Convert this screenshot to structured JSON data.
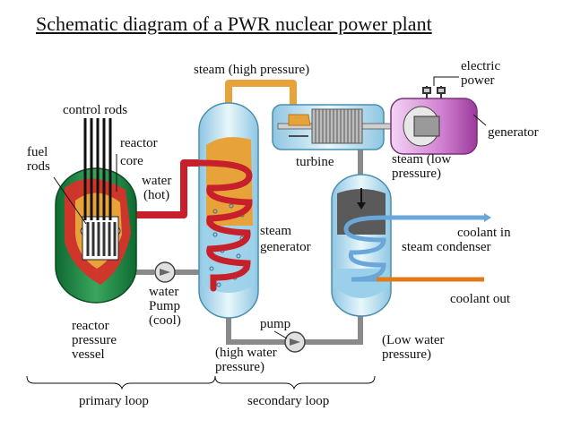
{
  "title": "Schematic diagram of a PWR nuclear power plant",
  "labels": {
    "steam_high_pressure": "steam (high pressure)",
    "electric": "electric",
    "power": "power",
    "generator": "generator",
    "control_rods": "control rods",
    "reactor": "reactor",
    "core": "core",
    "fuel": "fuel",
    "rods": "rods",
    "water": "water",
    "hot": "(hot)",
    "turbine": "turbine",
    "steam_low": "steam (low",
    "pressure_close": "pressure)",
    "steam": "steam",
    "generator2": "generator",
    "coolant_in": "coolant in",
    "steam_condenser": "steam condenser",
    "coolant_out": "coolant out",
    "water2": "water",
    "pump_cap": "Pump",
    "cool": "(cool)",
    "pump": "pump",
    "reactor2": "reactor",
    "pressure": "pressure",
    "vessel": "vessel",
    "high_water": "(high water",
    "pressure2": "pressure)",
    "low_water": "(Low water",
    "pressure3": "pressure)",
    "primary_loop": "primary loop",
    "secondary_loop": "secondary loop"
  },
  "colors": {
    "vessel_green": "#1e8a45",
    "core_red": "#d8312a",
    "hot_pipe": "#c8202a",
    "steam_orange": "#e8a23a",
    "coolant_blue": "#6aa6d8",
    "coolant_orange": "#e07a1a",
    "tank_blue": "#bfe6f2",
    "pipe_gray": "#8a8a8a",
    "generator_purple": "#c86fc8"
  }
}
